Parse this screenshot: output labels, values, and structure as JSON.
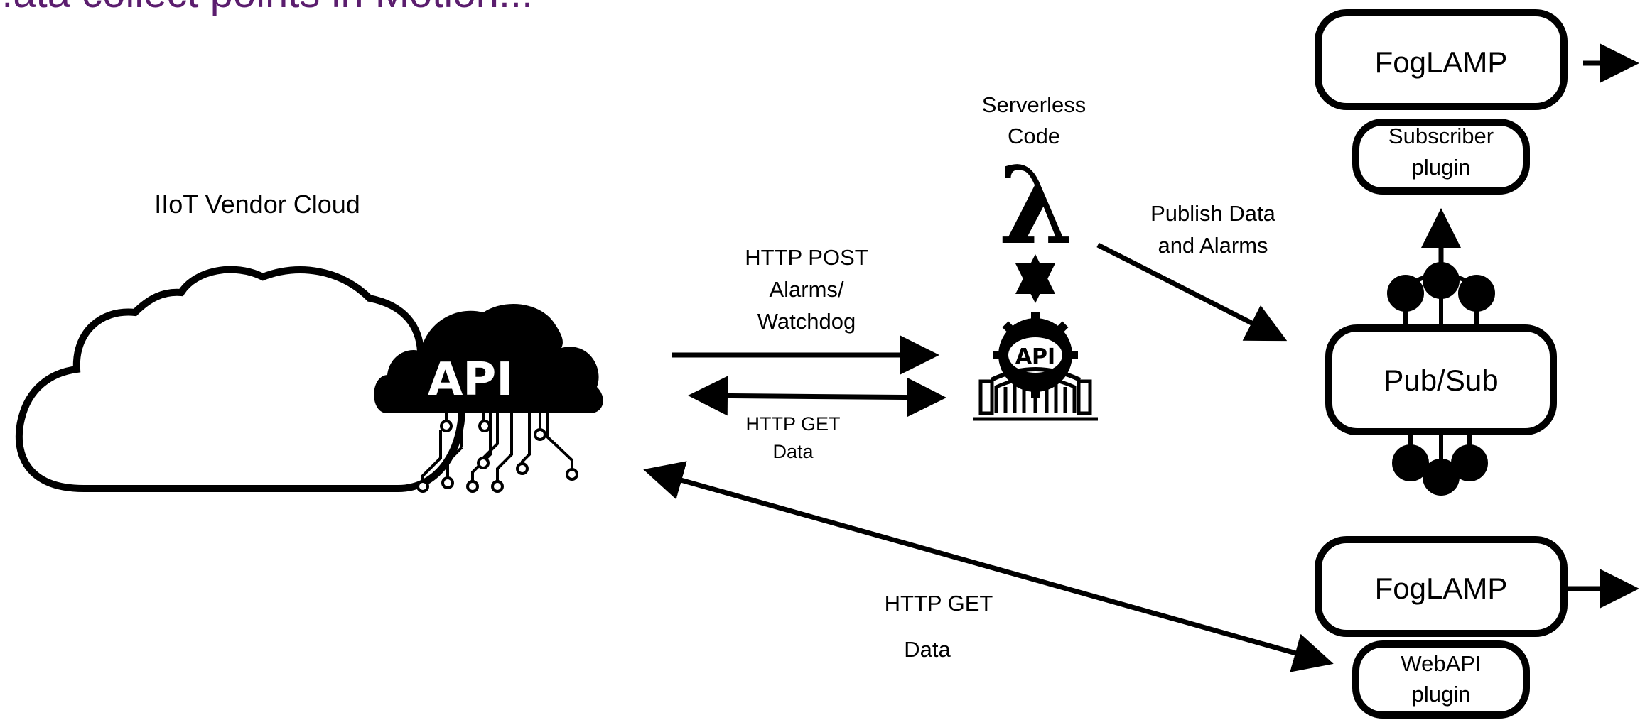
{
  "title": {
    "visible_text": "...ata collect points in Motion..."
  },
  "cloud": {
    "label": "IIoT Vendor Cloud",
    "api_badge": "API"
  },
  "links": {
    "post_label_line1": "HTTP POST",
    "post_label_line2": "Alarms/",
    "post_label_line3": "Watchdog",
    "get_top_line1": "HTTP GET",
    "get_top_line2": "Data",
    "get_bottom_line1": "HTTP GET",
    "get_bottom_line2": "Data",
    "publish_line1": "Publish Data",
    "publish_line2": "and Alarms"
  },
  "serverless": {
    "label_line1": "Serverless",
    "label_line2": "Code",
    "lambda_glyph": "λ"
  },
  "gateway": {
    "badge": "API"
  },
  "nodes": {
    "foglamp_top": "FogLAMP",
    "subscriber_line1": "Subscriber",
    "subscriber_line2": "plugin",
    "pubsub": "Pub/Sub",
    "foglamp_bottom": "FogLAMP",
    "webapi_line1": "WebAPI",
    "webapi_line2": "plugin"
  },
  "colors": {
    "stroke": "#000000",
    "title_accent": "#5b1d6e",
    "background": "#ffffff"
  }
}
